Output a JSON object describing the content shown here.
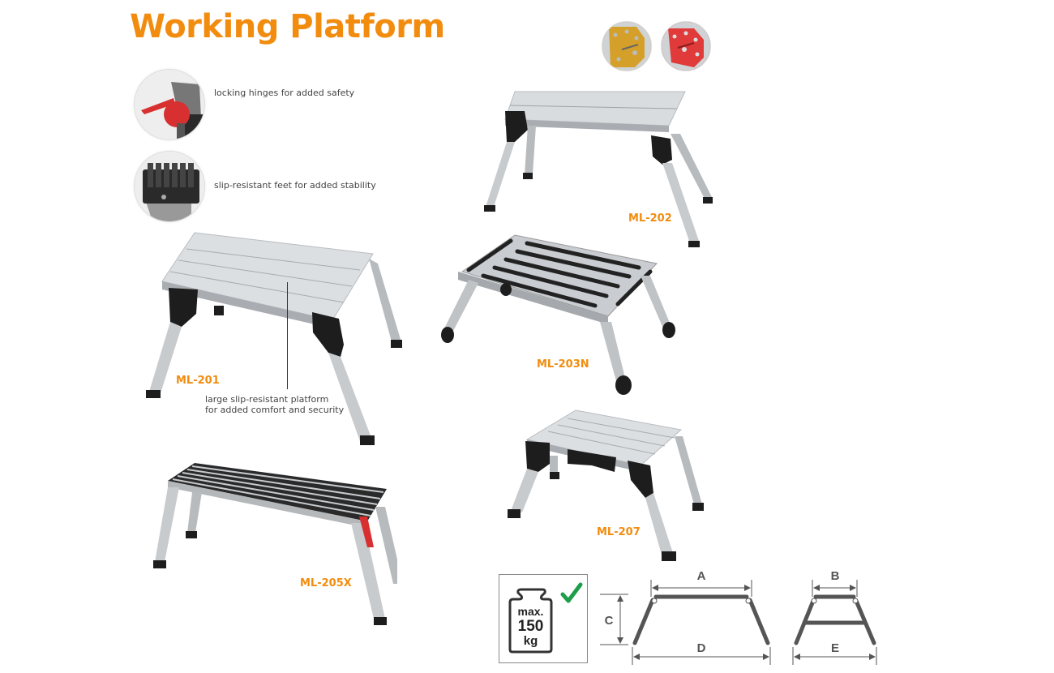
{
  "header": {
    "title": "Working Platform"
  },
  "colors": {
    "accent": "#f28c0f",
    "text": "#444444",
    "diagram": "#555555",
    "check": "#1e9e4a",
    "hinge_yellow": "#d4a02a",
    "hinge_red": "#e03a3a"
  },
  "features": [
    {
      "icon": "locking-hinge-closeup",
      "text": "locking hinges for added safety"
    },
    {
      "icon": "slip-resistant-foot-closeup",
      "text": "slip-resistant feet for added stability"
    }
  ],
  "hinge_variants": [
    {
      "icon": "yellow-hinge-swatch",
      "color": "yellow"
    },
    {
      "icon": "red-hinge-swatch",
      "color": "red"
    }
  ],
  "products": [
    {
      "model": "ML-201"
    },
    {
      "model": "ML-202"
    },
    {
      "model": "ML-203N"
    },
    {
      "model": "ML-205X"
    },
    {
      "model": "ML-207"
    }
  ],
  "callout": {
    "line1": "large slip-resistant platform",
    "line2": "for added comfort and security"
  },
  "load": {
    "prefix": "max.",
    "value": "150",
    "unit": "kg"
  },
  "dimensions": {
    "a": "A",
    "b": "B",
    "c": "C",
    "d": "D",
    "e": "E"
  }
}
